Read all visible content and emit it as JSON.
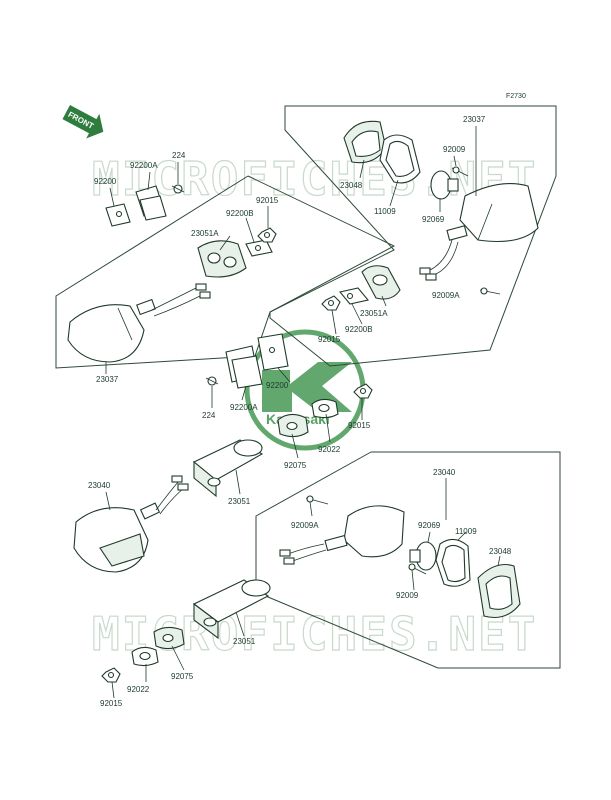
{
  "figure_code": "F2730",
  "front_label": "FRONT",
  "watermark": "MICROFICHES.NET",
  "logo_text": "Kawasaki",
  "colors": {
    "ink": "#1f3a2a",
    "logo": "#2e8b3e",
    "watermark": "#c9d9cc"
  },
  "labels": {
    "l_23037_tr": "23037",
    "l_23048_t": "23048",
    "l_11009_t": "11009",
    "l_92009_t": "92009",
    "l_92069_t": "92069",
    "l_92009A_t": "92009A",
    "l_23051A_r": "23051A",
    "l_92200B_r": "92200B",
    "l_92015_r": "92015",
    "l_224_t": "224",
    "l_92200A_t": "92200A",
    "l_92200_t": "92200",
    "l_92200B_l": "92200B",
    "l_92015_l": "92015",
    "l_23051A_l": "23051A",
    "l_23037_l": "23037",
    "l_92200_m": "92200",
    "l_224_m": "224",
    "l_92200A_m": "92200A",
    "l_92015_m": "92015",
    "l_92022_m": "92022",
    "l_92075_m": "92075",
    "l_23051_m": "23051",
    "l_23040_l": "23040",
    "l_23040_r": "23040",
    "l_92009A_b": "92009A",
    "l_92069_b": "92069",
    "l_11009_b": "11009",
    "l_23048_b": "23048",
    "l_92009_b": "92009",
    "l_23051_b": "23051",
    "l_92022_b": "92022",
    "l_92075_b": "92075",
    "l_92015_b": "92015"
  }
}
